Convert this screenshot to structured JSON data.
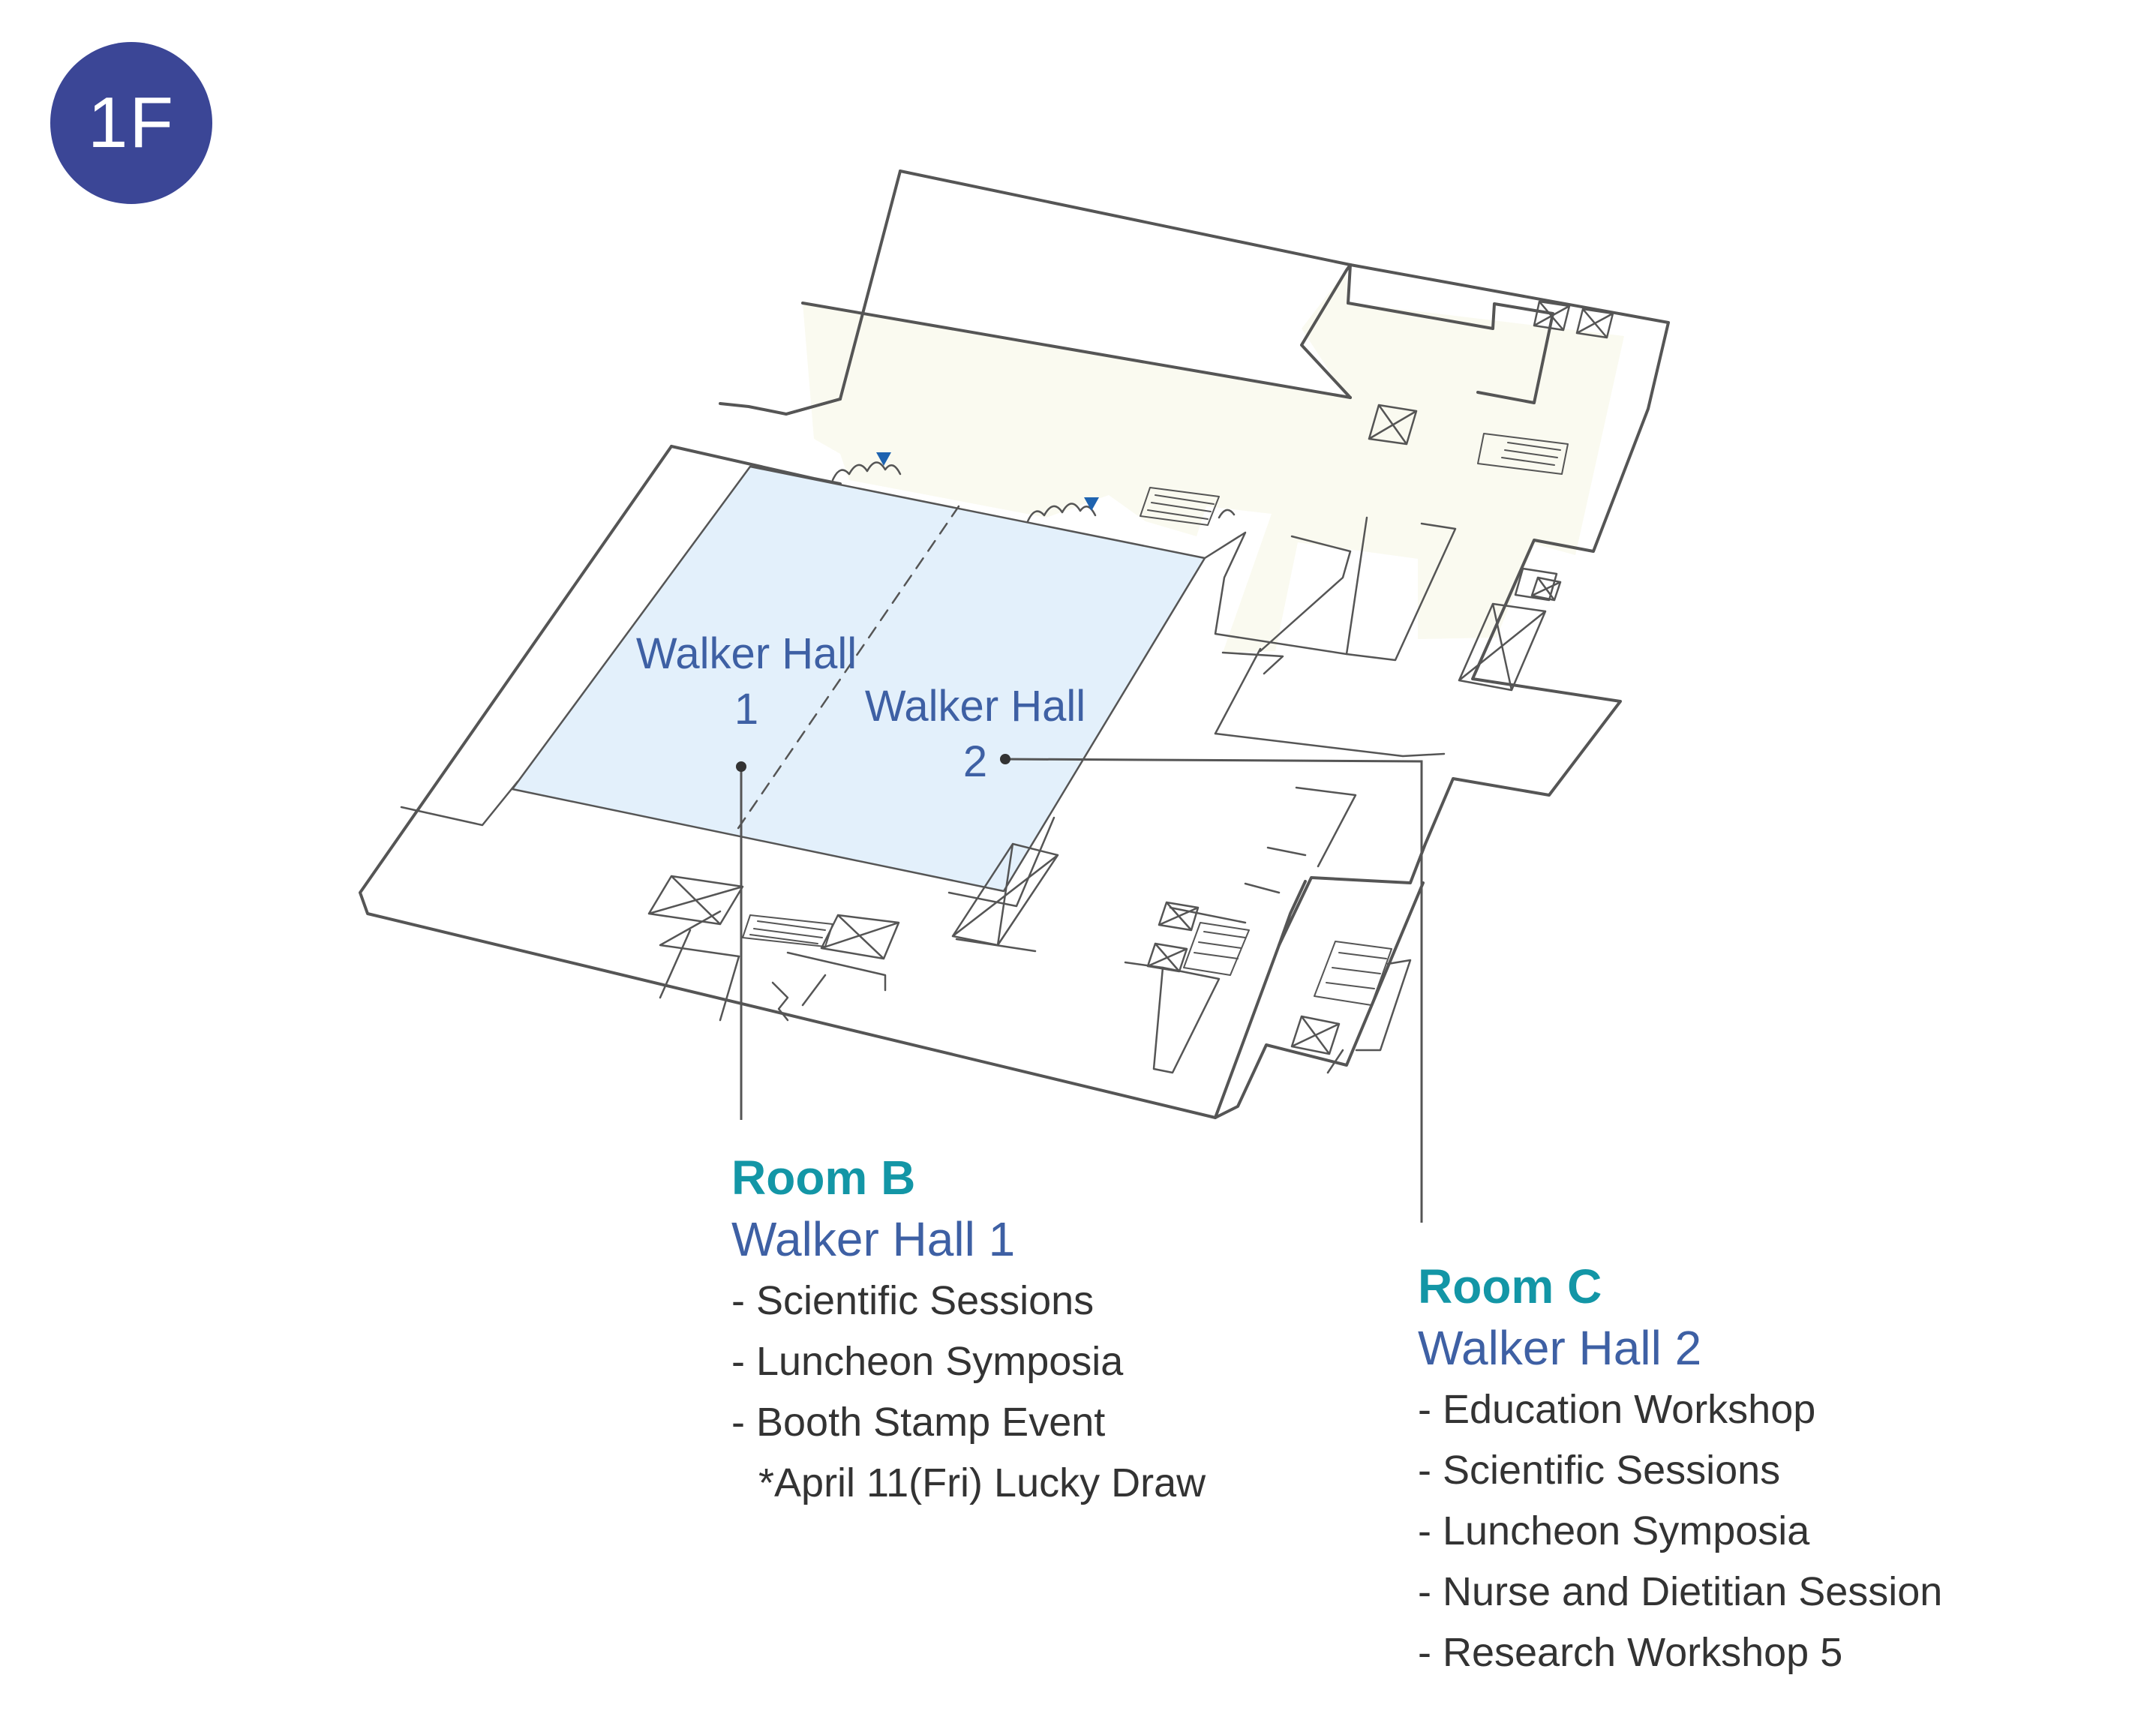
{
  "floor_badge": "1F",
  "colors": {
    "badge": "#3b4696",
    "room_code": "#1396a6",
    "hall_label": "#3e60a4",
    "hall_fill": "#e3f0fb",
    "lobby_fill": "#fafaf0",
    "wall_line": "#555555",
    "entrance_marker": "#1e63b0"
  },
  "map_labels": {
    "hall1": {
      "line1": "Walker Hall",
      "line2": "1"
    },
    "hall2": {
      "line1": "Walker Hall",
      "line2": "2"
    }
  },
  "room_b": {
    "code": "Room B",
    "name": "Walker Hall 1",
    "sessions": [
      "- Scientific Sessions",
      "- Luncheon Symposia",
      "- Booth Stamp Event"
    ],
    "note": "*April 11(Fri) Lucky Draw"
  },
  "room_c": {
    "code": "Room C",
    "name": "Walker Hall 2",
    "sessions": [
      "- Education Workshop",
      "- Scientific Sessions",
      "- Luncheon Symposia",
      "- Nurse and Dietitian Session",
      "- Research Workshop 5"
    ]
  }
}
